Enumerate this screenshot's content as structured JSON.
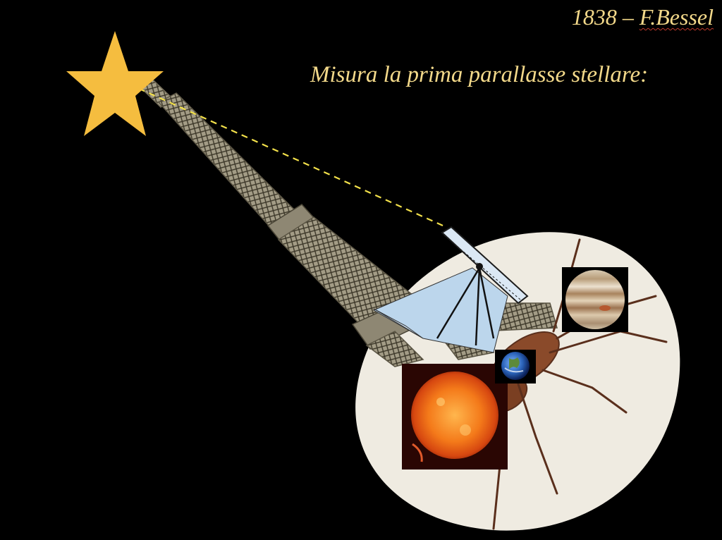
{
  "title": {
    "year": "1838 –",
    "name": "F.Bessel"
  },
  "subtitle": "Misura la prima parallasse stellare:",
  "colors": {
    "background": "#000000",
    "text": "#f3d98a",
    "star": "#f5bd3f",
    "sight_line": "#f2e04a",
    "egg": "#efebe1"
  },
  "illustration": {
    "star": "star-icon",
    "tower": "eiffel-tower-icon",
    "telescope": "telescope-icon",
    "sun": "sun-photo",
    "earth": "earth-photo",
    "jupiter": "jupiter-photo",
    "insect": "insect-silhouette"
  }
}
